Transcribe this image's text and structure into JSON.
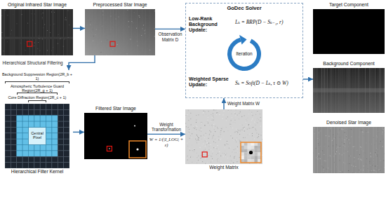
{
  "diagram": {
    "nodes": [
      {
        "text": [
          "Original Infrared Star Image"
        ]
      },
      {
        "text": [
          "Preprocessed Star Image"
        ]
      },
      {
        "text": [
          "GoDec Solver"
        ]
      },
      {
        "text": [
          "Hierarchical Filter Kernel"
        ]
      },
      {
        "text": [
          "Filtered Star Image"
        ]
      },
      {
        "text": [
          "Weight Matrix"
        ]
      },
      {
        "text": [
          "Target Component"
        ]
      },
      {
        "text": [
          "Background Component"
        ]
      },
      {
        "text": [
          "Denoised Star Image"
        ]
      }
    ],
    "edges": [
      {
        "from": 0,
        "to": 1,
        "arrow": "to"
      },
      {
        "from": 1,
        "to": 2,
        "label": "Observation Matrix D",
        "arrow": "to"
      },
      {
        "from": 1,
        "to": 3,
        "label": "Hierarchical Structural Filtering",
        "arrow": "to"
      },
      {
        "from": 3,
        "to": 4,
        "arrow": "to"
      },
      {
        "from": 4,
        "to": 5,
        "label": "Weight Transformation",
        "arrow": "to"
      },
      {
        "from": 5,
        "to": 2,
        "label": "Weight Matrix W",
        "arrow": "to"
      },
      {
        "from": 2,
        "to": 7,
        "arrow": "to"
      }
    ],
    "labels": [
      "Low-Rank Background Update:",
      "Lₖ = BRP(D − Sₖ₋₁, r)",
      "Iteration",
      "Weighted Sparse Update:",
      "Sₖ = Soft(D − Lₖ, τ ⊙ W)",
      "W = 1/(|I_LOG| + ε)",
      "Background Suppression Region(2R_b + 1)",
      "Atmospheric Turbulence Guard Region(2R_g + 1)",
      "Core Diffraction Region(2R_c + 1)",
      "Central Pixel"
    ]
  }
}
